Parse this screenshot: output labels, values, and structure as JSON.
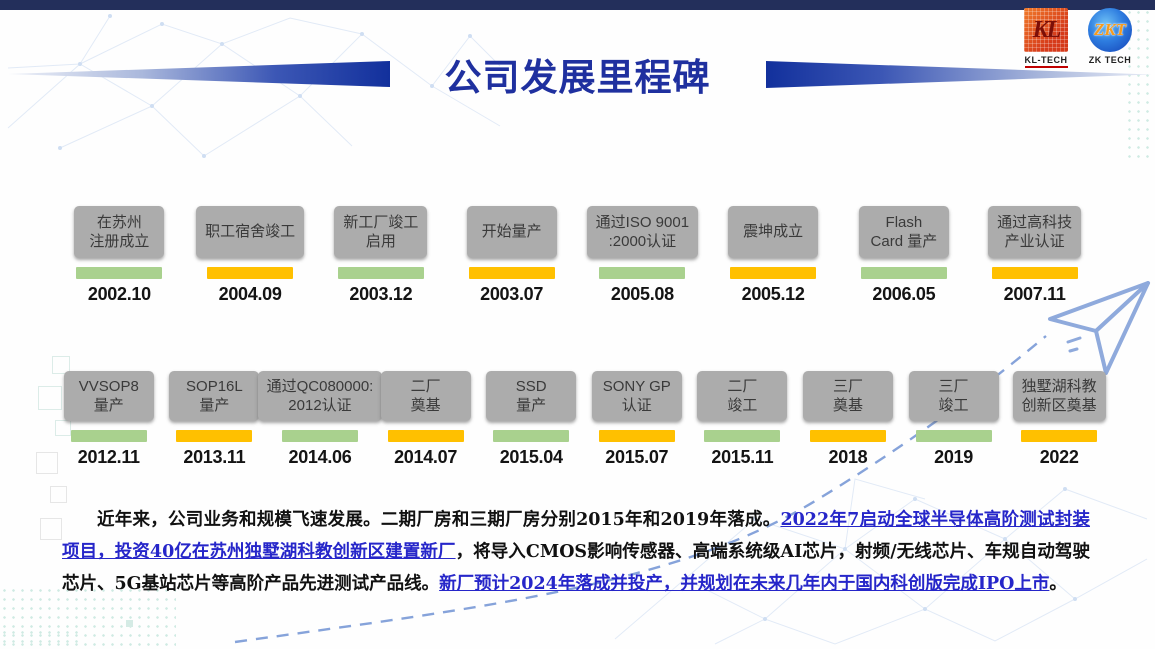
{
  "header": {
    "title": "公司发展里程碑"
  },
  "logos": {
    "kl": {
      "monogram": "KL",
      "label": "KL-TECH"
    },
    "zk": {
      "monogram": "ZKT",
      "label": "ZK TECH"
    }
  },
  "colors": {
    "green": "#A9D18E",
    "yellow": "#FFC000"
  },
  "timeline": {
    "rows": [
      {
        "items": [
          {
            "label": "在苏州\n注册成立",
            "bar": "green",
            "date": "2002.10"
          },
          {
            "label": "职工宿舍竣工",
            "bar": "yellow",
            "date": "2004.09"
          },
          {
            "label": "新工厂竣工\n启用",
            "bar": "green",
            "date": "2003.12"
          },
          {
            "label": "开始量产",
            "bar": "yellow",
            "date": "2003.07"
          },
          {
            "label": "通过ISO 9001\n:2000认证",
            "bar": "green",
            "date": "2005.08"
          },
          {
            "label": "震坤成立",
            "bar": "yellow",
            "date": "2005.12"
          },
          {
            "label": "Flash\nCard 量产",
            "bar": "green",
            "date": "2006.05"
          },
          {
            "label": "通过高科技\n产业认证",
            "bar": "yellow",
            "date": "2007.11"
          }
        ]
      },
      {
        "items": [
          {
            "label": "VVSOP8\n量产",
            "bar": "green",
            "date": "2012.11"
          },
          {
            "label": "SOP16L\n量产",
            "bar": "yellow",
            "date": "2013.11"
          },
          {
            "label": "通过QC080000:\n2012认证",
            "bar": "green",
            "date": "2014.06"
          },
          {
            "label": "二厂\n奠基",
            "bar": "yellow",
            "date": "2014.07"
          },
          {
            "label": "SSD\n量产",
            "bar": "green",
            "date": "2015.04"
          },
          {
            "label": "SONY GP\n认证",
            "bar": "yellow",
            "date": "2015.07"
          },
          {
            "label": "二厂\n竣工",
            "bar": "green",
            "date": "2015.11"
          },
          {
            "label": "三厂\n奠基",
            "bar": "yellow",
            "date": "2018"
          },
          {
            "label": "三厂\n竣工",
            "bar": "green",
            "date": "2019"
          },
          {
            "label": "独墅湖科教\n创新区奠基",
            "bar": "yellow",
            "date": "2022"
          }
        ]
      }
    ]
  },
  "paragraph": {
    "segments": [
      {
        "type": "text",
        "text": "近年来，公司业务和规模飞速发展。二期厂房和三期厂房分别2015年和2019年落成。"
      },
      {
        "type": "link",
        "text": "2022年7启动全球半导体高阶测试封装项目，投资40亿在苏州独墅湖科教创新区建置新厂"
      },
      {
        "type": "text",
        "text": "，将导入CMOS影响传感器、高端系统级AI芯片，射频/无线芯片、车规自动驾驶芯片、5G基站芯片等高阶产品先进测试产品线。"
      },
      {
        "type": "link",
        "text": "新厂预计2024年落成并投产，并规划在未来几年内于国内科创版完成IPO上市"
      },
      {
        "type": "text",
        "text": "。"
      }
    ]
  }
}
